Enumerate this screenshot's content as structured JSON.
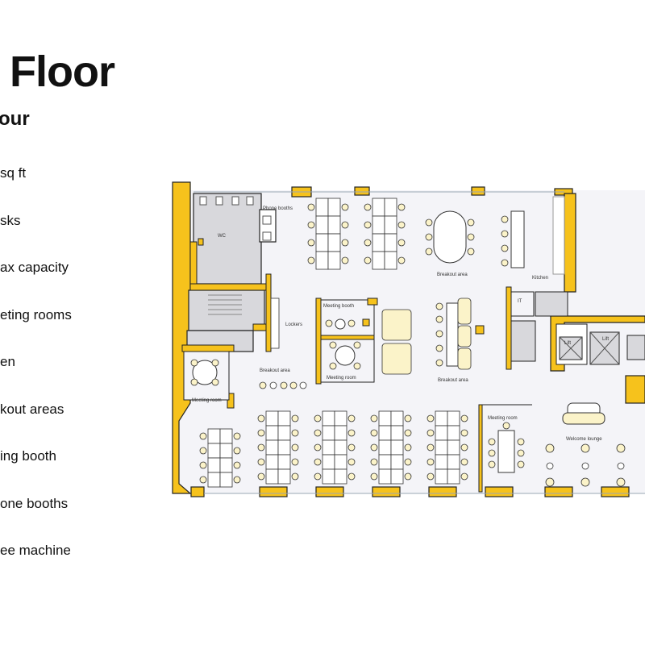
{
  "heading": {
    "title": "Floor",
    "subtitle": "our"
  },
  "features": [
    "sq ft",
    "sks",
    "ax capacity",
    "eting rooms",
    "en",
    "kout areas",
    "ing booth",
    "one booths",
    "ee machine"
  ],
  "plan_labels": {
    "phone_booths": "Phone booths",
    "wc": "WC",
    "breakout_top": "Breakout area",
    "kitchen": "Kitchen",
    "lockers": "Lockers",
    "meeting_booth": "Meeting booth",
    "meeting_room_center": "Meeting room",
    "breakout_center": "Breakout area",
    "breakout_left": "Breakout area",
    "it": "IT",
    "lift1": "Lift",
    "lift2": "Lift",
    "meeting_room_left": "Meeting room",
    "meeting_room_right": "Meeting room",
    "welcome_lounge": "Welcome lounge"
  },
  "colors": {
    "accent": "#F6C21C",
    "wall_fill": "#F6C21C",
    "floor": "#F4F4F8",
    "core": "#D8D8DC",
    "furniture": "#FBF3C9",
    "outline": "#222222"
  }
}
